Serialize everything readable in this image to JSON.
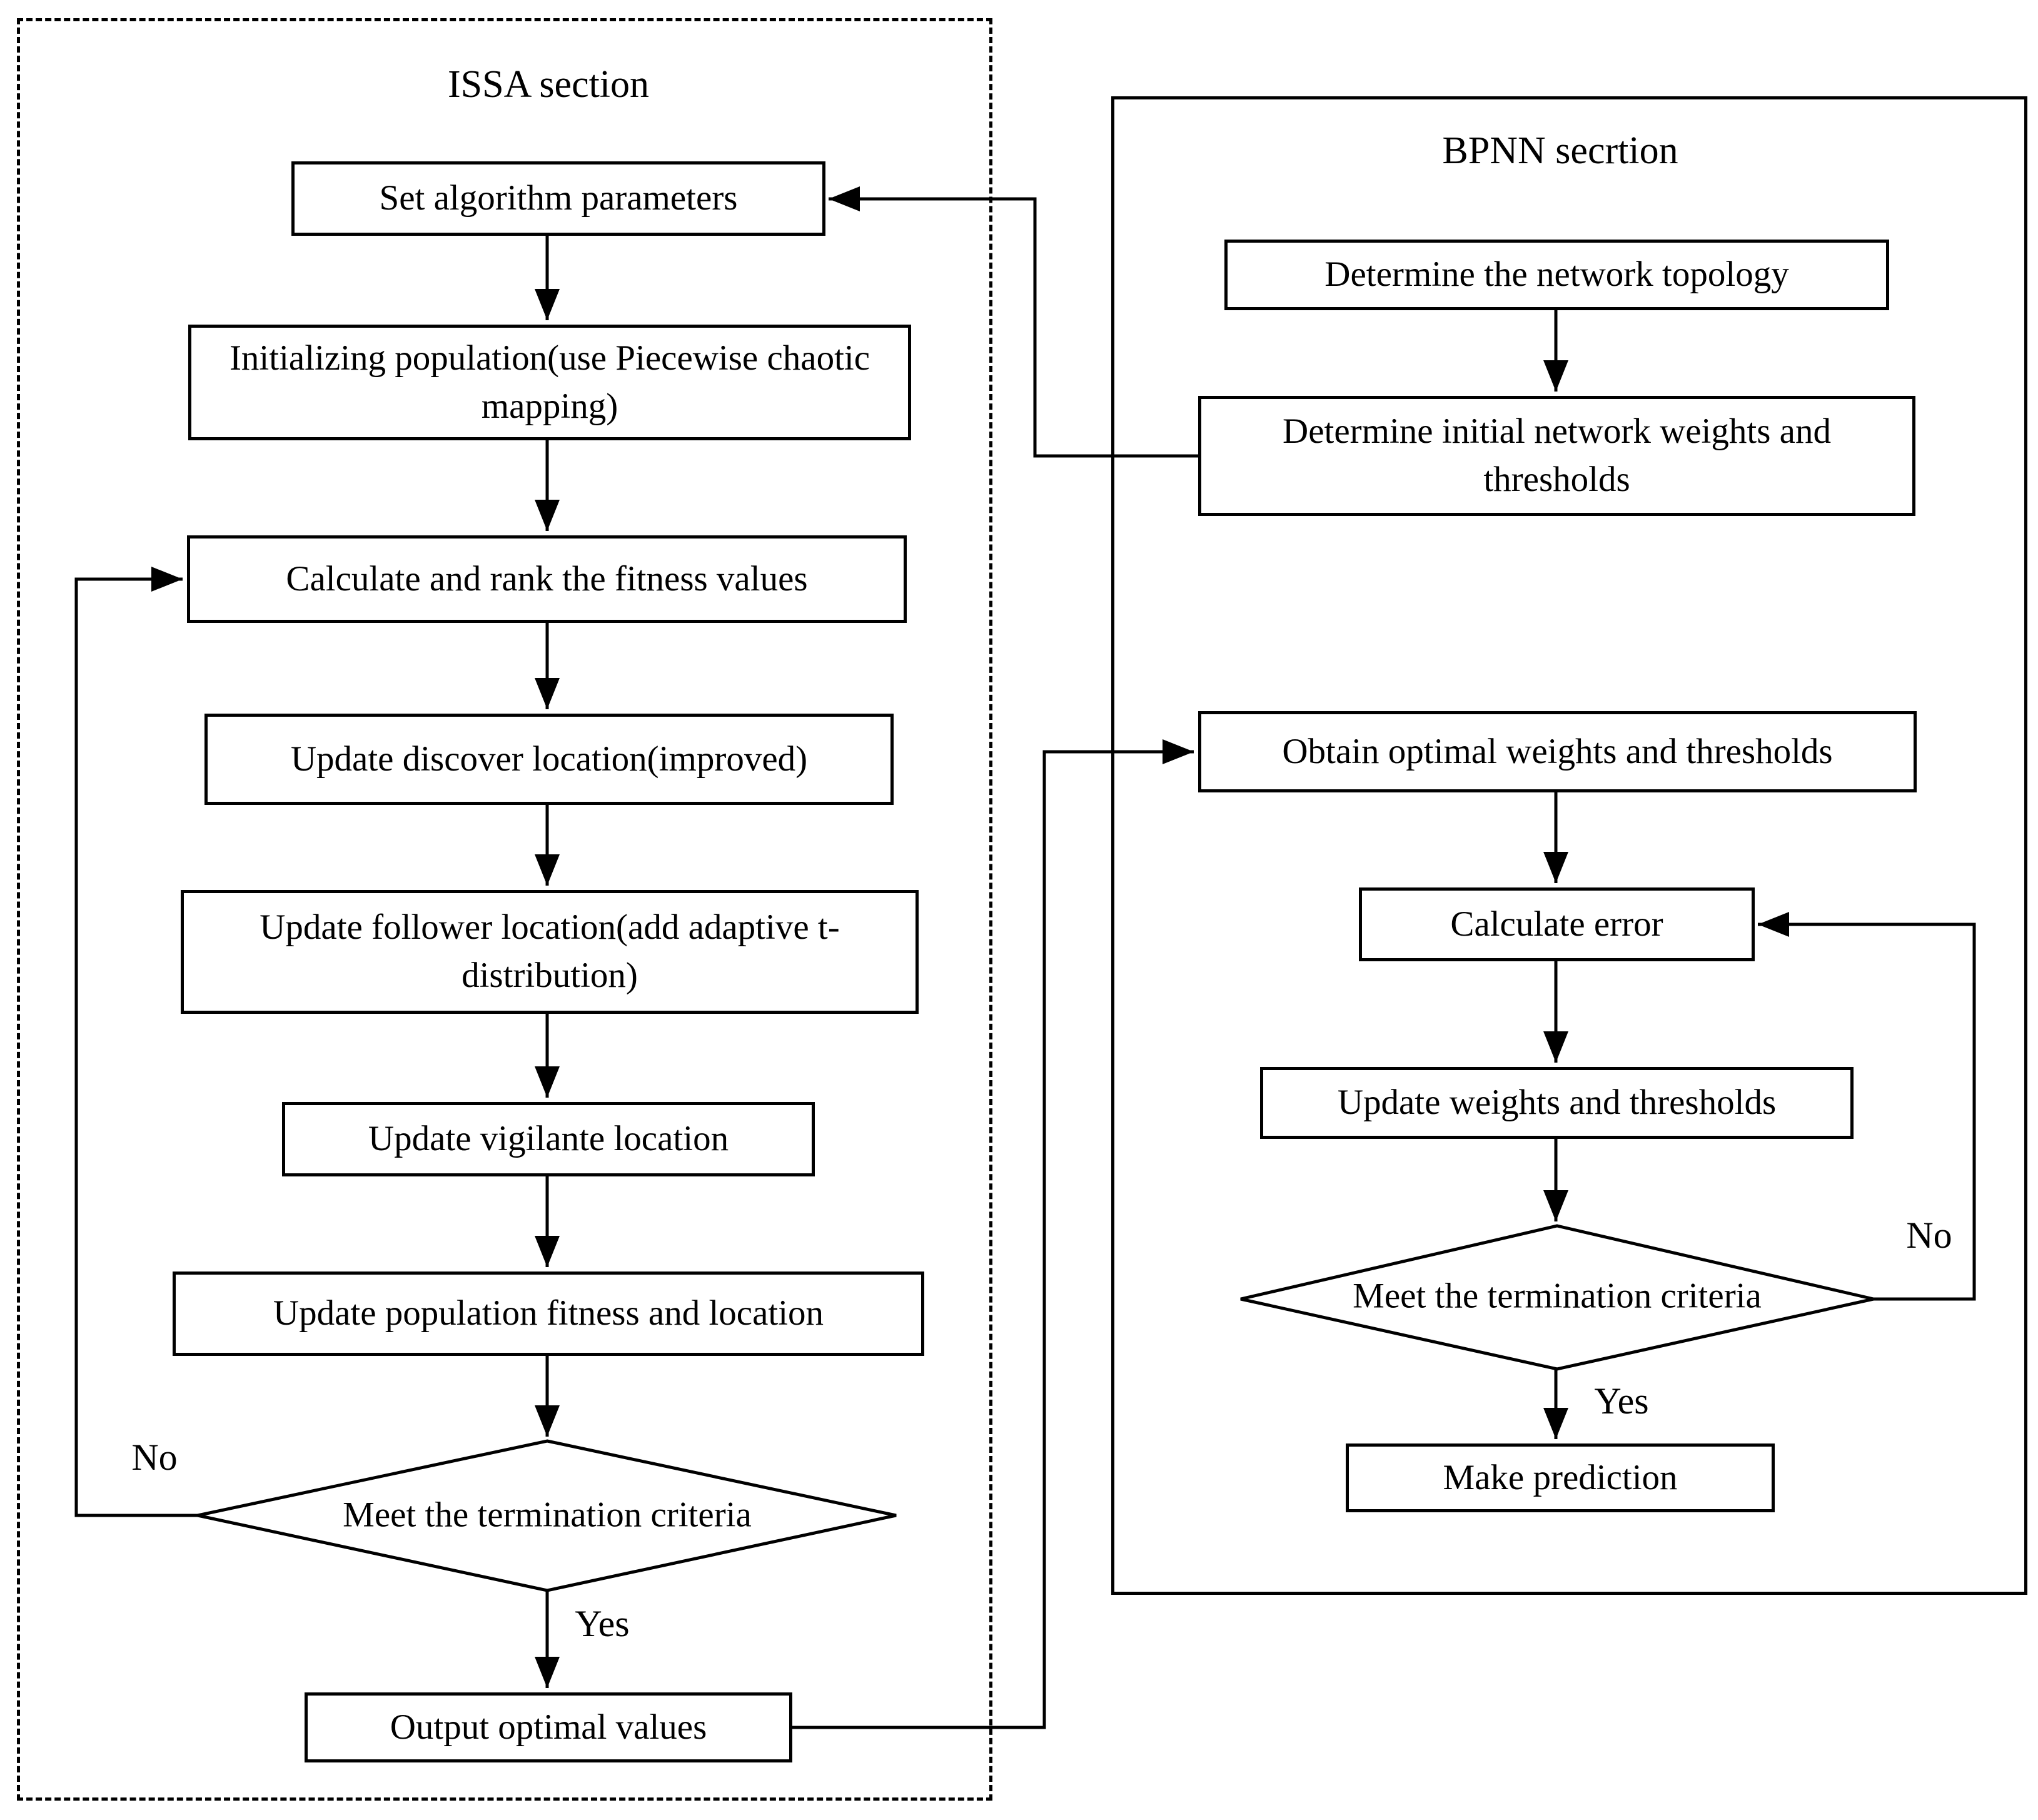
{
  "issa": {
    "title": "ISSA section",
    "nodes": {
      "set_params": "Set algorithm parameters",
      "init_population": "Initializing population(use Piecewise chaotic mapping)",
      "calc_rank": "Calculate and rank the fitness values",
      "update_discover": "Update discover location(improved)",
      "update_follower": "Update follower location(add adaptive t-distribution)",
      "update_vigilante": "Update vigilante location",
      "update_population": "Update population fitness and location",
      "decision": "Meet the termination criteria",
      "output_optimal": "Output optimal values"
    },
    "labels": {
      "no": "No",
      "yes": "Yes"
    }
  },
  "bpnn": {
    "title": "BPNN secrtion",
    "nodes": {
      "det_topology": "Determine the network topology",
      "det_initial_weights": "Determine initial network weights and thresholds",
      "obtain_optimal": "Obtain optimal weights and thresholds",
      "calc_error": "Calculate error",
      "update_weights": "Update weights and thresholds",
      "decision": "Meet the termination criteria",
      "make_prediction": "Make prediction"
    },
    "labels": {
      "no": "No",
      "yes": "Yes"
    }
  },
  "colors": {
    "line": "#000000",
    "background": "#ffffff"
  }
}
